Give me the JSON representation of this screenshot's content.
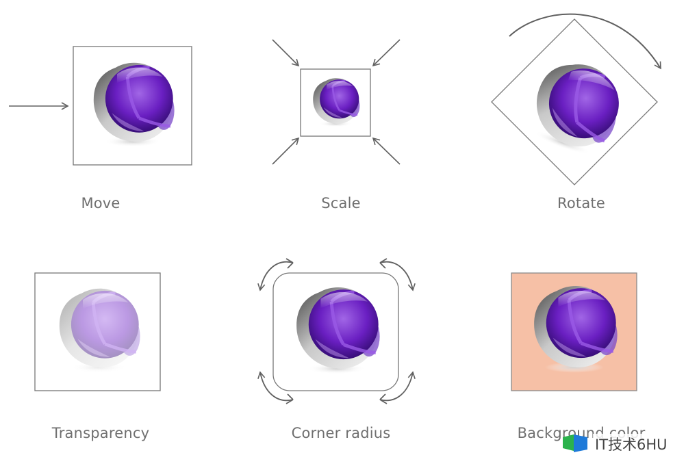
{
  "labels": {
    "move": "Move",
    "scale": "Scale",
    "rotate": "Rotate",
    "transparency": "Transparency",
    "corner_radius": "Corner radius",
    "background_color": "Background color"
  },
  "watermark": {
    "text": "IT技术6HU"
  },
  "colors": {
    "frame": "#777777",
    "arrow": "#606060",
    "background_swatch": "#f6c0a6",
    "sphere_purple": "#6a1fc2",
    "label_text": "#6f6f6f"
  }
}
